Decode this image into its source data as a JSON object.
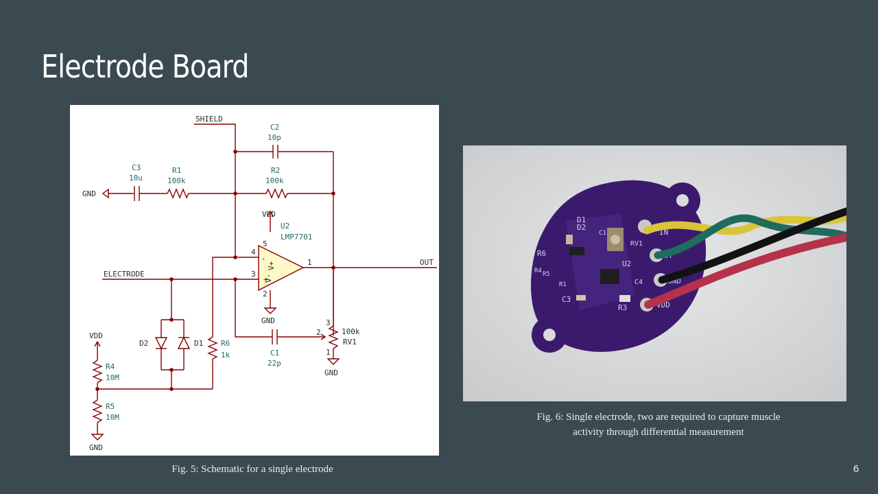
{
  "slide": {
    "title": "Electrode Board",
    "page_number": "6"
  },
  "schematic": {
    "nets": {
      "shield": "SHIELD",
      "electrode": "ELECTRODE",
      "out": "OUT",
      "vdd": "VDD",
      "gnd": "GND"
    },
    "parts": {
      "c2": {
        "ref": "C2",
        "value": "10p"
      },
      "c3": {
        "ref": "C3",
        "value": "10u"
      },
      "r1": {
        "ref": "R1",
        "value": "100k"
      },
      "r2": {
        "ref": "R2",
        "value": "100k"
      },
      "u2": {
        "ref": "U2",
        "value": "LMP7701"
      },
      "d1": {
        "ref": "D1"
      },
      "d2": {
        "ref": "D2"
      },
      "r6": {
        "ref": "R6",
        "value": "1k"
      },
      "c1": {
        "ref": "C1",
        "value": "22p"
      },
      "rv1": {
        "ref": "RV1",
        "value": "100k"
      },
      "r4": {
        "ref": "R4",
        "value": "10M"
      },
      "r5": {
        "ref": "R5",
        "value": "10M"
      }
    },
    "pins": {
      "p1": "1",
      "p2": "2",
      "p3": "3",
      "p4": "4",
      "p5": "5",
      "rv_top": "3",
      "rv_wiper": "2",
      "rv_bottom": "1",
      "v_plus": "V+",
      "v_minus": "V-",
      "in_plus": "+",
      "in_minus": "-"
    }
  },
  "photo": {
    "silkscreen": {
      "d1": "D1",
      "d2": "D2",
      "r6": "R6",
      "r4": "R4",
      "r5": "R5",
      "r1": "R1",
      "c1": "C1",
      "c3": "C3",
      "u2": "U2",
      "rv1": "RV1",
      "c4": "C4",
      "r3": "R3",
      "in": "IN",
      "out": "OUT",
      "gnd": "GND",
      "vdd": "VDD"
    }
  },
  "captions": {
    "fig5": "Fig. 5: Schematic for a single electrode",
    "fig6_line1": "Fig. 6: Single electrode, two are required to capture muscle",
    "fig6_line2": "activity through differential measurement"
  }
}
